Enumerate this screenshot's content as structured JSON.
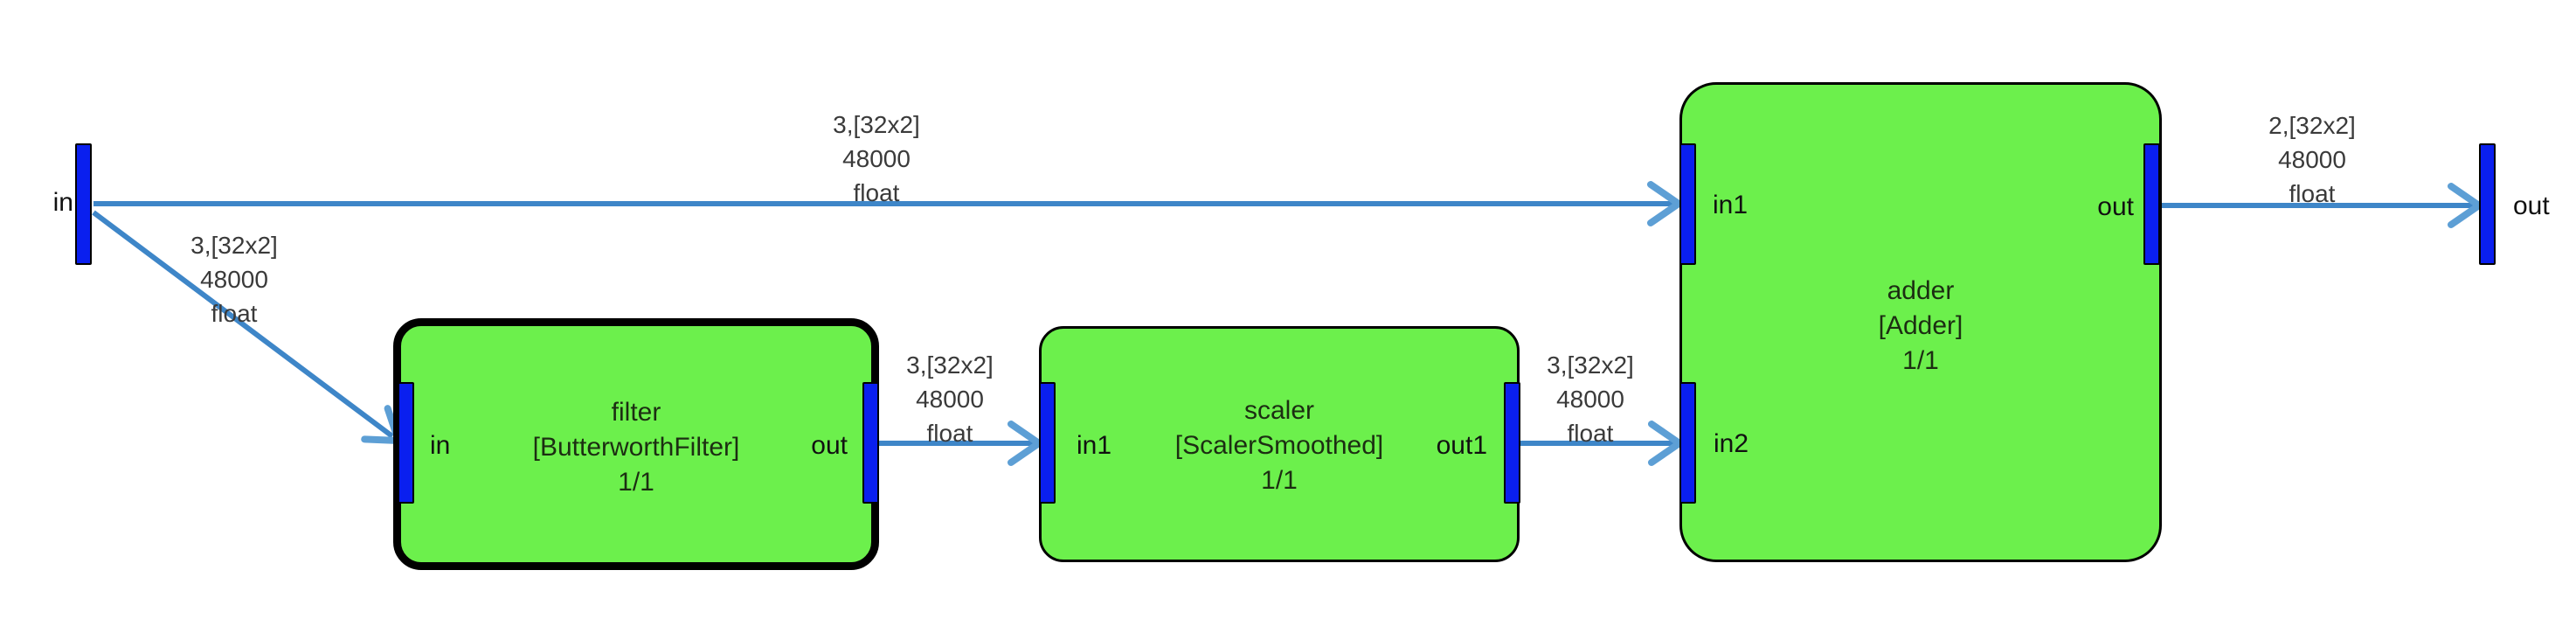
{
  "colors": {
    "background": "#ffffff",
    "node_fill": "#6cf04c",
    "node_border": "#000000",
    "port_fill": "#0a1fef",
    "edge_stroke": "#3e86c8",
    "arrow_stroke": "#5d9fd5",
    "edge_label_text": "#3a3a3a",
    "node_text": "#1c2e12"
  },
  "external_ports": {
    "input": {
      "label": "in"
    },
    "output": {
      "label": "out"
    }
  },
  "nodes": {
    "filter": {
      "name": "filter",
      "type": "[ButterworthFilter]",
      "instances": "1/1",
      "ports": {
        "in": "in",
        "out": "out"
      }
    },
    "scaler": {
      "name": "scaler",
      "type": "[ScalerSmoothed]",
      "instances": "1/1",
      "ports": {
        "in1": "in1",
        "out1": "out1"
      }
    },
    "adder": {
      "name": "adder",
      "type": "[Adder]",
      "instances": "1/1",
      "ports": {
        "in1": "in1",
        "in2": "in2",
        "out": "out"
      }
    }
  },
  "edges": {
    "in_to_adder_in1": {
      "from": "in",
      "to": "adder.in1",
      "lines": [
        "3,[32x2]",
        "48000",
        "float"
      ]
    },
    "in_to_filter_in": {
      "from": "in",
      "to": "filter.in",
      "lines": [
        "3,[32x2]",
        "48000",
        "float"
      ]
    },
    "filter_out_to_scaler_in1": {
      "from": "filter.out",
      "to": "scaler.in1",
      "lines": [
        "3,[32x2]",
        "48000",
        "float"
      ]
    },
    "scaler_out1_to_adder_in2": {
      "from": "scaler.out1",
      "to": "adder.in2",
      "lines": [
        "3,[32x2]",
        "48000",
        "float"
      ]
    },
    "adder_out_to_out": {
      "from": "adder.out",
      "to": "out",
      "lines": [
        "2,[32x2]",
        "48000",
        "float"
      ]
    }
  }
}
